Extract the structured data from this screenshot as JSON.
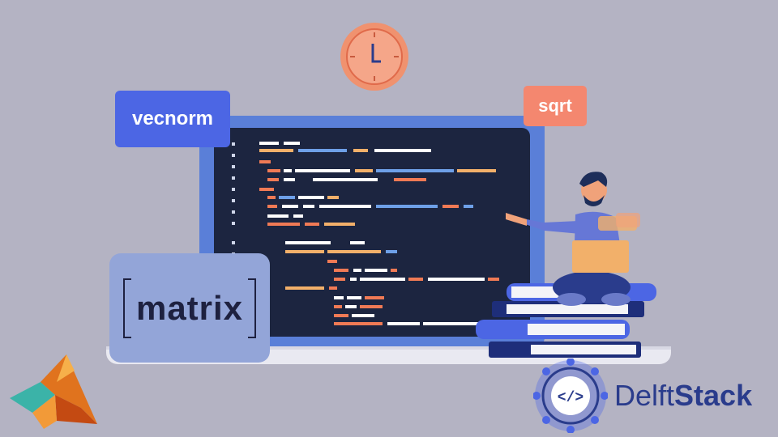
{
  "tags": {
    "vecnorm": "vecnorm",
    "sqrt": "sqrt",
    "matrix": "matrix"
  },
  "brand": {
    "name_part1": "Delft",
    "name_part2": "Stack",
    "logo_icon": "delftstack-logo-icon",
    "code_symbol": "</>"
  },
  "colors": {
    "background": "#b4b3c3",
    "vecnorm_tag": "#4c66e4",
    "sqrt_tag": "#f4876f",
    "matrix_card": "#93a5d8",
    "laptop_frame": "#5a7fd8",
    "screen": "#1c2540"
  },
  "icons": [
    "clock-icon",
    "matlab-logo-icon",
    "delftstack-logo-icon"
  ]
}
